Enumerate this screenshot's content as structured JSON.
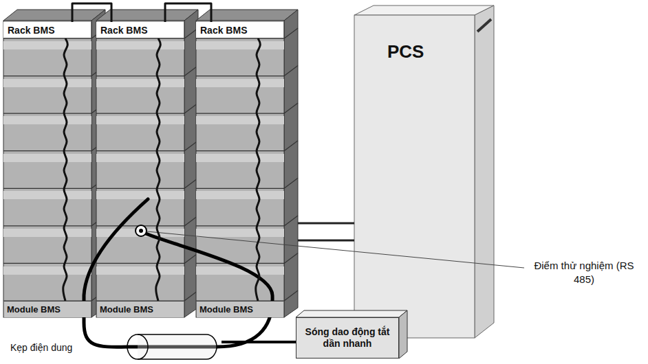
{
  "diagram": {
    "nodes": [
      {
        "text": [
          "Rack BMS"
        ]
      },
      {
        "text": [
          "Rack BMS"
        ]
      },
      {
        "text": [
          "Rack BMS"
        ]
      },
      {
        "text": [
          "Module BMS"
        ]
      },
      {
        "text": [
          "Module BMS"
        ]
      },
      {
        "text": [
          "Module BMS"
        ]
      },
      {
        "text": [
          "PCS"
        ]
      },
      {
        "text": [
          "Kẹp điện dung"
        ]
      },
      {
        "text": [
          "Sóng dao động tắt dần nhanh"
        ]
      }
    ],
    "edges": [
      {
        "from": 0,
        "to": 3,
        "arrow": "none"
      },
      {
        "from": 1,
        "to": 4,
        "arrow": "none"
      },
      {
        "from": 2,
        "to": 5,
        "arrow": "none"
      },
      {
        "from": 0,
        "to": 1,
        "arrow": "none"
      },
      {
        "from": 1,
        "to": 2,
        "arrow": "none"
      },
      {
        "from": 7,
        "to": 8,
        "arrow": "none"
      }
    ],
    "labels": [
      "Điểm thử nghiệm (RS 485)"
    ]
  }
}
